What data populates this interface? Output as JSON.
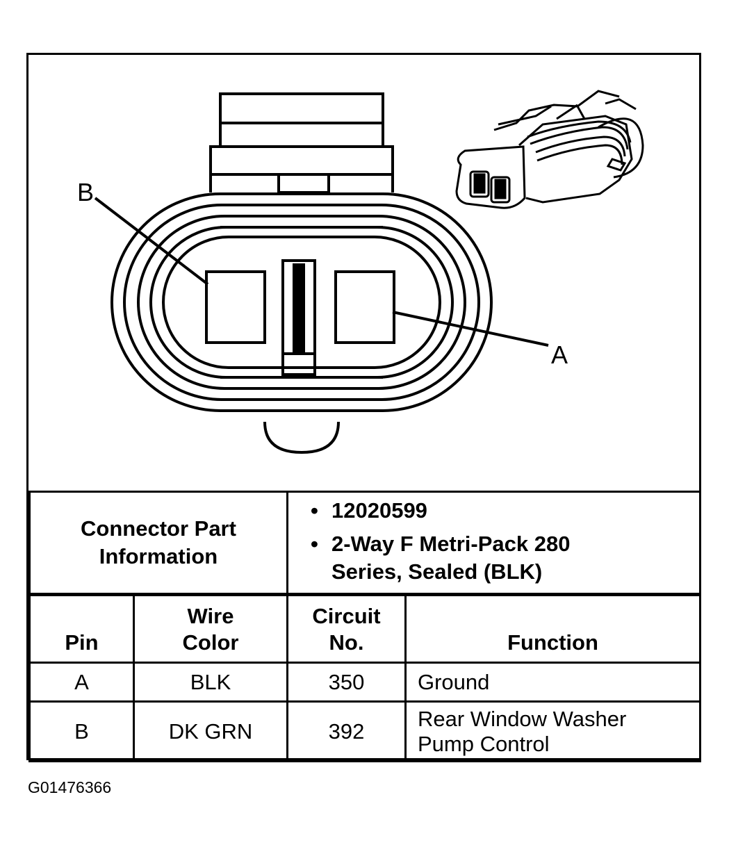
{
  "diagram": {
    "pin_labels": [
      "A",
      "B"
    ]
  },
  "connector_part_info": {
    "label": "Connector Part Information",
    "items": [
      "12020599",
      "2-Way F Metri-Pack 280 Series, Sealed (BLK)"
    ]
  },
  "pin_table": {
    "headers": {
      "pin": "Pin",
      "wire_color": "Wire Color",
      "circuit_no": "Circuit No.",
      "function": "Function"
    },
    "rows": [
      {
        "pin": "A",
        "wire_color": "BLK",
        "circuit_no": "350",
        "function": "Ground"
      },
      {
        "pin": "B",
        "wire_color": "DK GRN",
        "circuit_no": "392",
        "function": "Rear Window Washer Pump Control"
      }
    ]
  },
  "figure_id": "G01476366"
}
